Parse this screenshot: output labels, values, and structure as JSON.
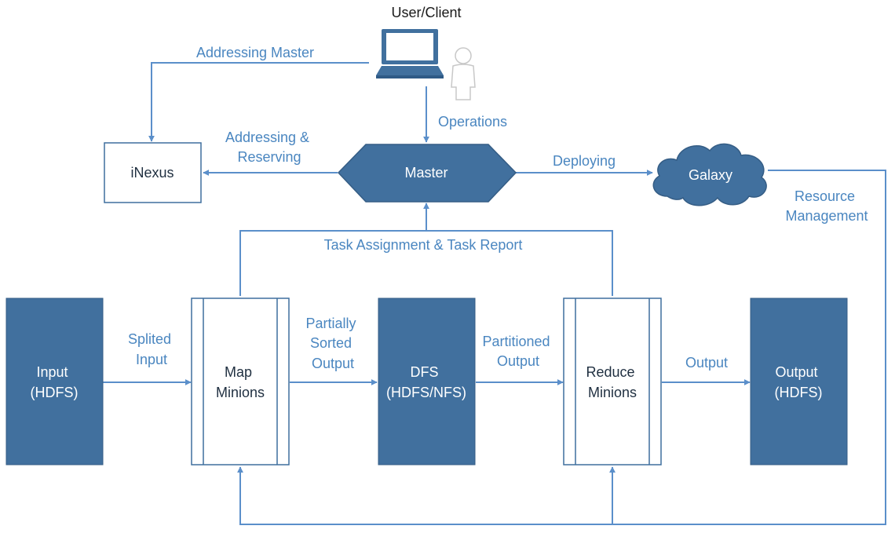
{
  "colors": {
    "dark_fill": "#41709e",
    "line": "#5b8fca",
    "label": "#4a86c0",
    "outline": "#3f6f9e"
  },
  "client": {
    "title": "User/Client",
    "laptop_icon": "laptop-icon",
    "person_icon": "person-icon"
  },
  "nodes": {
    "inexus": "iNexus",
    "master": "Master",
    "galaxy": "Galaxy",
    "input": [
      "Input",
      "(HDFS)"
    ],
    "map": [
      "Map",
      "Minions"
    ],
    "dfs": [
      "DFS",
      "(HDFS/NFS)"
    ],
    "reduce": [
      "Reduce",
      "Minions"
    ],
    "output": [
      "Output",
      "(HDFS)"
    ]
  },
  "edges": {
    "addressing_master": "Addressing Master",
    "operations": "Operations",
    "addressing_reserving": [
      "Addressing &",
      "Reserving"
    ],
    "deploying": "Deploying",
    "resource_management": [
      "Resource",
      "Management"
    ],
    "task_assignment": "Task Assignment & Task Report",
    "splited_input": [
      "Splited",
      "Input"
    ],
    "partially_sorted": [
      "Partially",
      "Sorted",
      "Output"
    ],
    "partitioned_output": [
      "Partitioned",
      "Output"
    ],
    "output": "Output"
  }
}
